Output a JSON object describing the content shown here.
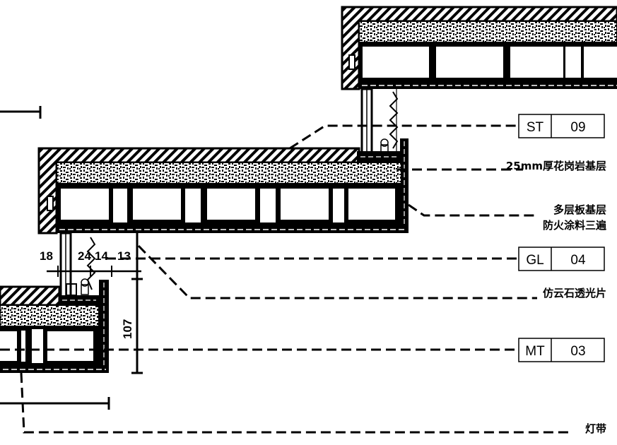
{
  "drawing": {
    "type": "architectural-section-detail",
    "description": "Stepped ceiling section detail with hatched finish, gypsum/plaster fill, hollow blocks and edge lighting",
    "colors": {
      "line": "#000000",
      "background": "#ffffff"
    }
  },
  "tags": [
    {
      "code": "ST",
      "number": "09"
    },
    {
      "code": "GL",
      "number": "04"
    },
    {
      "code": "MT",
      "number": "03"
    }
  ],
  "notes": {
    "marble_base": "25mm厚花岗岩基层",
    "plywood_base_line1": "多层板基层",
    "plywood_base_line2": "防火涂料三遍",
    "stone_panel": "仿云石透光片",
    "light_strip": "灯带"
  },
  "dimensions": {
    "d1": "18",
    "d2": "24",
    "d3": "14",
    "d4": "13",
    "vertical": "107"
  }
}
